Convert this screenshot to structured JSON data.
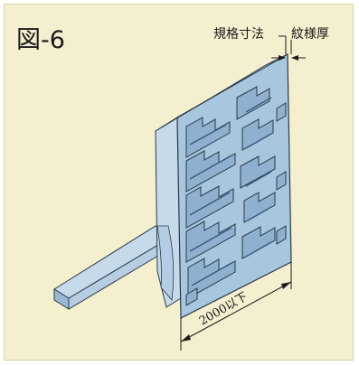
{
  "figure": {
    "title": "図-6"
  },
  "labels": {
    "standard_dimension": "規格寸法",
    "pattern_thickness": "紋様厚",
    "width": "2000以下"
  },
  "colors": {
    "background": "#f4efcf",
    "panel_face": "#a9c6df",
    "panel_side": "#c7daea",
    "pattern_dark": "#4a6d92",
    "outline": "#2a3a4a"
  }
}
